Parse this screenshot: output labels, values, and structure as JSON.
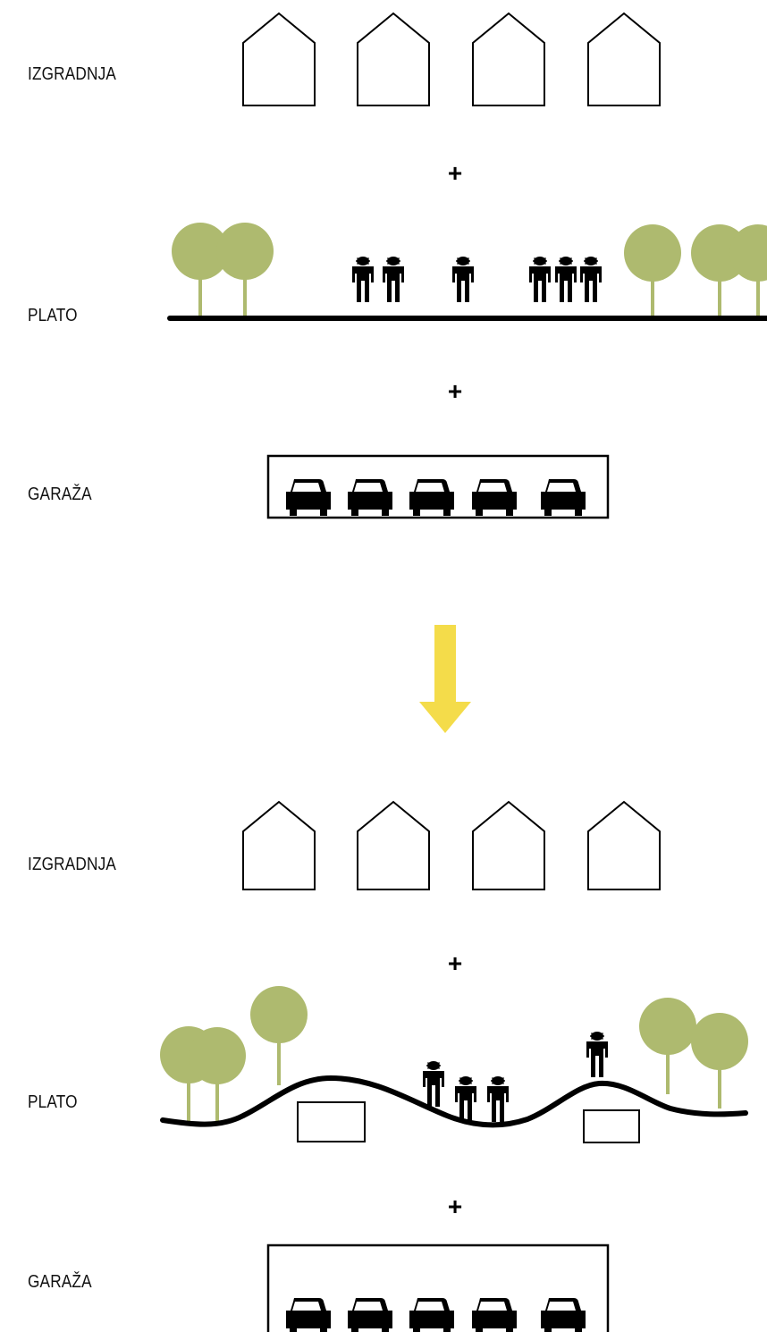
{
  "colors": {
    "tree": "#aeba6f",
    "arrow": "#f4dc4a",
    "line": "#000000"
  },
  "icons": [
    "house-icon",
    "tree-icon",
    "person-icon",
    "car-icon",
    "arrow-down-icon"
  ],
  "before": {
    "labels": {
      "buildings": "IZGRADNJA",
      "plaza": "PLATO",
      "garage": "GARAŽA"
    },
    "plus_1": "+",
    "plus_2": "+"
  },
  "after": {
    "labels": {
      "buildings": "IZGRADNJA",
      "plaza": "PLATO",
      "garage": "GARAŽA"
    },
    "plus_1": "+",
    "plus_2": "+"
  }
}
